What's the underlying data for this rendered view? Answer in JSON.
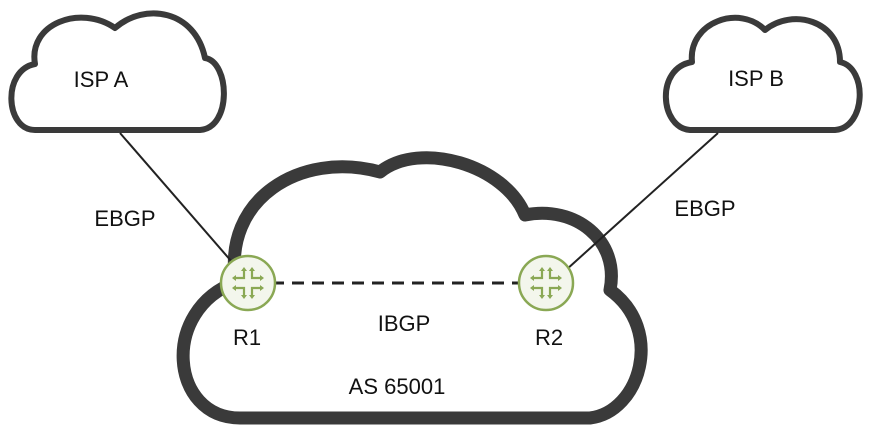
{
  "clouds": {
    "isp_a": {
      "label": "ISP A"
    },
    "isp_b": {
      "label": "ISP B"
    },
    "as": {
      "label": "AS 65001"
    }
  },
  "links": {
    "ebgp_a": {
      "label": "EBGP"
    },
    "ebgp_b": {
      "label": "EBGP"
    },
    "ibgp": {
      "label": "IBGP"
    }
  },
  "routers": {
    "r1": {
      "label": "R1",
      "icon": "router-icon"
    },
    "r2": {
      "label": "R2",
      "icon": "router-icon"
    }
  },
  "colors": {
    "cloud_stroke": "#3a3a3a",
    "router_stroke": "#8aa854",
    "router_fill": "#f3f6ec",
    "line": "#222222"
  }
}
